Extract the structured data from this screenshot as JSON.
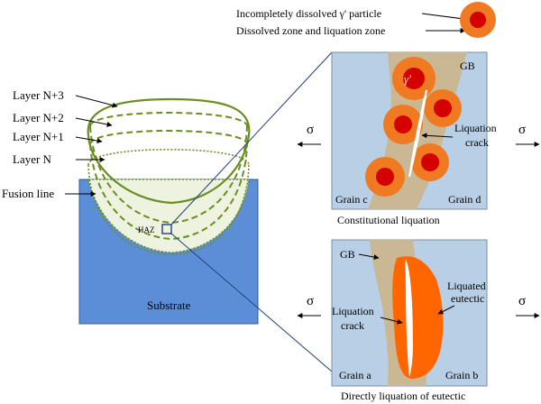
{
  "legend": {
    "undissolved_particle": "Incompletely dissolved γ' particle",
    "dissolved_zone": "Dissolved zone and liquation zone"
  },
  "layers": {
    "n3": "Layer N+3",
    "n2": "Layer N+2",
    "n1": "Layer N+1",
    "n": "Layer N",
    "fusion_line": "Fusion line",
    "haz": "HAZ",
    "substrate": "Substrate"
  },
  "top_panel": {
    "gb": "GB",
    "gamma_prime": "γ'",
    "crack_line1": "Liquation",
    "crack_line2": "crack",
    "grain_left": "Grain c",
    "grain_right": "Grain d",
    "caption": "Constitutional liquation"
  },
  "bottom_panel": {
    "gb": "GB",
    "crack_line1": "Liquation",
    "crack_line2": "crack",
    "eutectic_line1": "Liquated",
    "eutectic_line2": "eutectic",
    "grain_left": "Grain a",
    "grain_right": "Grain b",
    "caption": "Directly liquation of eutectic"
  },
  "stress_symbol": "σ",
  "colors": {
    "substrate": "#5b8ed6",
    "grain": "#b9cfe6",
    "grain_boundary": "#c9b893",
    "particle_core": "#d40000",
    "dissolved_zone": "#f07a22",
    "eutectic": "#ff6600",
    "layer_green": "#6b8e23",
    "haz_fill": "#eef3e0"
  }
}
